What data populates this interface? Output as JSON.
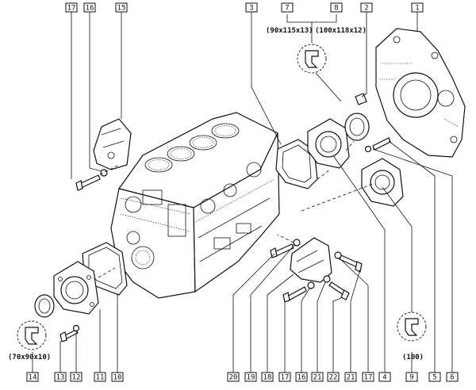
{
  "callouts": {
    "c1": "1",
    "c2": "2",
    "c3": "3",
    "c4": "4",
    "c5": "5",
    "c6": "6",
    "c7": "7",
    "c8": "8",
    "c9": "9",
    "c10": "10",
    "c11": "11",
    "c12": "12",
    "c13": "13",
    "c14": "14",
    "c15": "15",
    "c16": "16",
    "c17": "17",
    "c17b": "17",
    "c17c": "17",
    "c18": "18",
    "c19": "19",
    "c20": "20",
    "c21": "21",
    "c21b": "21",
    "c22": "22"
  },
  "dimensions": {
    "seal_front_small": "(70x90x10)",
    "seal_rear_a": "(90x115x13)",
    "seal_rear_b": "(100x118x12)",
    "seal_rear_c": "(100)"
  }
}
